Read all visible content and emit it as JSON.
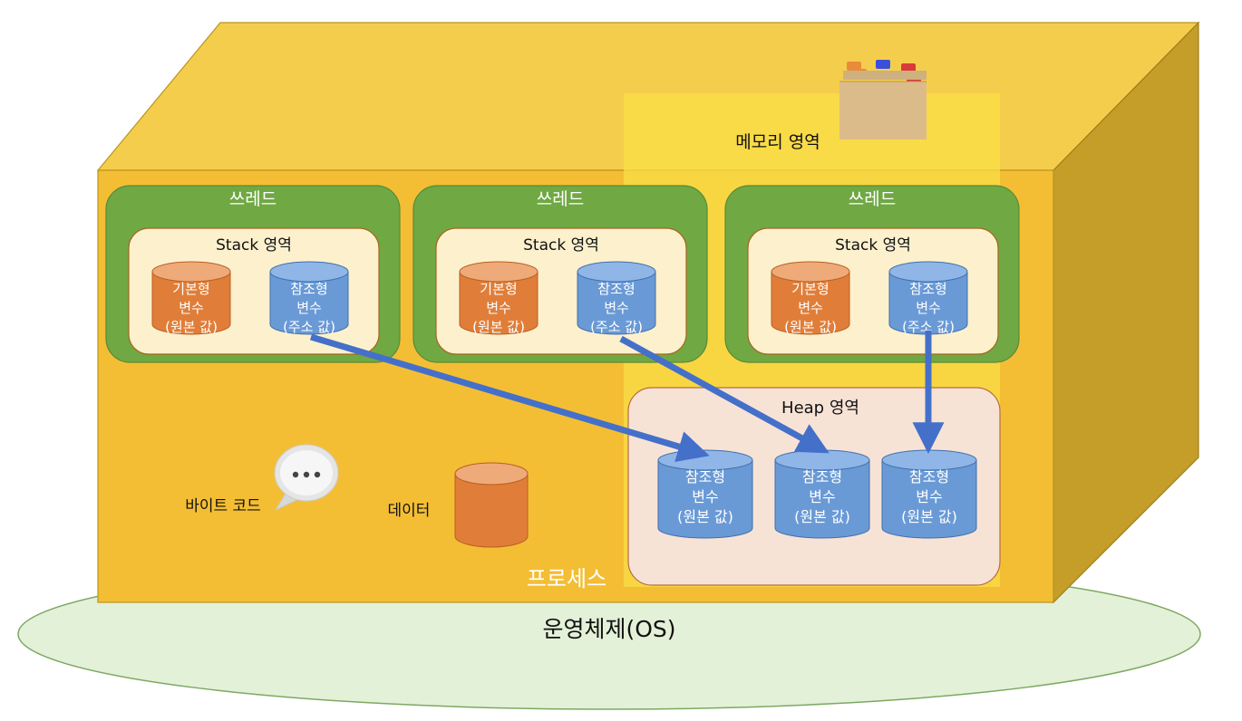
{
  "os_label": "운영체제(OS)",
  "process_label": "프로세스",
  "memory_label": "메모리 영역",
  "threads": [
    {
      "title": "쓰레드",
      "stack_label": "Stack 영역",
      "primitive": [
        "기본형",
        "변수",
        "(원본 값)"
      ],
      "reference": [
        "참조형",
        "변수",
        "(주소 값)"
      ]
    },
    {
      "title": "쓰레드",
      "stack_label": "Stack 영역",
      "primitive": [
        "기본형",
        "변수",
        "(원본 값)"
      ],
      "reference": [
        "참조형",
        "변수",
        "(주소 값)"
      ]
    },
    {
      "title": "쓰레드",
      "stack_label": "Stack 영역",
      "primitive": [
        "기본형",
        "변수",
        "(원본 값)"
      ],
      "reference": [
        "참조형",
        "변수",
        "(주소 값)"
      ]
    }
  ],
  "heap": {
    "label": "Heap 영역",
    "objects": [
      [
        "참조형",
        "변수",
        "(원본 값)"
      ],
      [
        "참조형",
        "변수",
        "(원본 값)"
      ],
      [
        "참조형",
        "변수",
        "(원본 값)"
      ]
    ]
  },
  "bytecode_label": "바이트 코드",
  "bytecode_icon": "speech-bubble-icon",
  "data_label": "데이터",
  "memory_icon": "file-box-icon",
  "colors": {
    "process_front": "#F4BE34",
    "process_top": "#F5CD4C",
    "process_side": "#C59E2A",
    "memory_overlay": "#F9DE45",
    "thread_bg": "#70A844",
    "stack_bg": "#FDF0CD",
    "heap_bg": "#F7E3D6",
    "primitive": "#E07E39",
    "reference": "#6A9AD6",
    "arrow": "#4470CA",
    "os": "#E3F1D8"
  }
}
